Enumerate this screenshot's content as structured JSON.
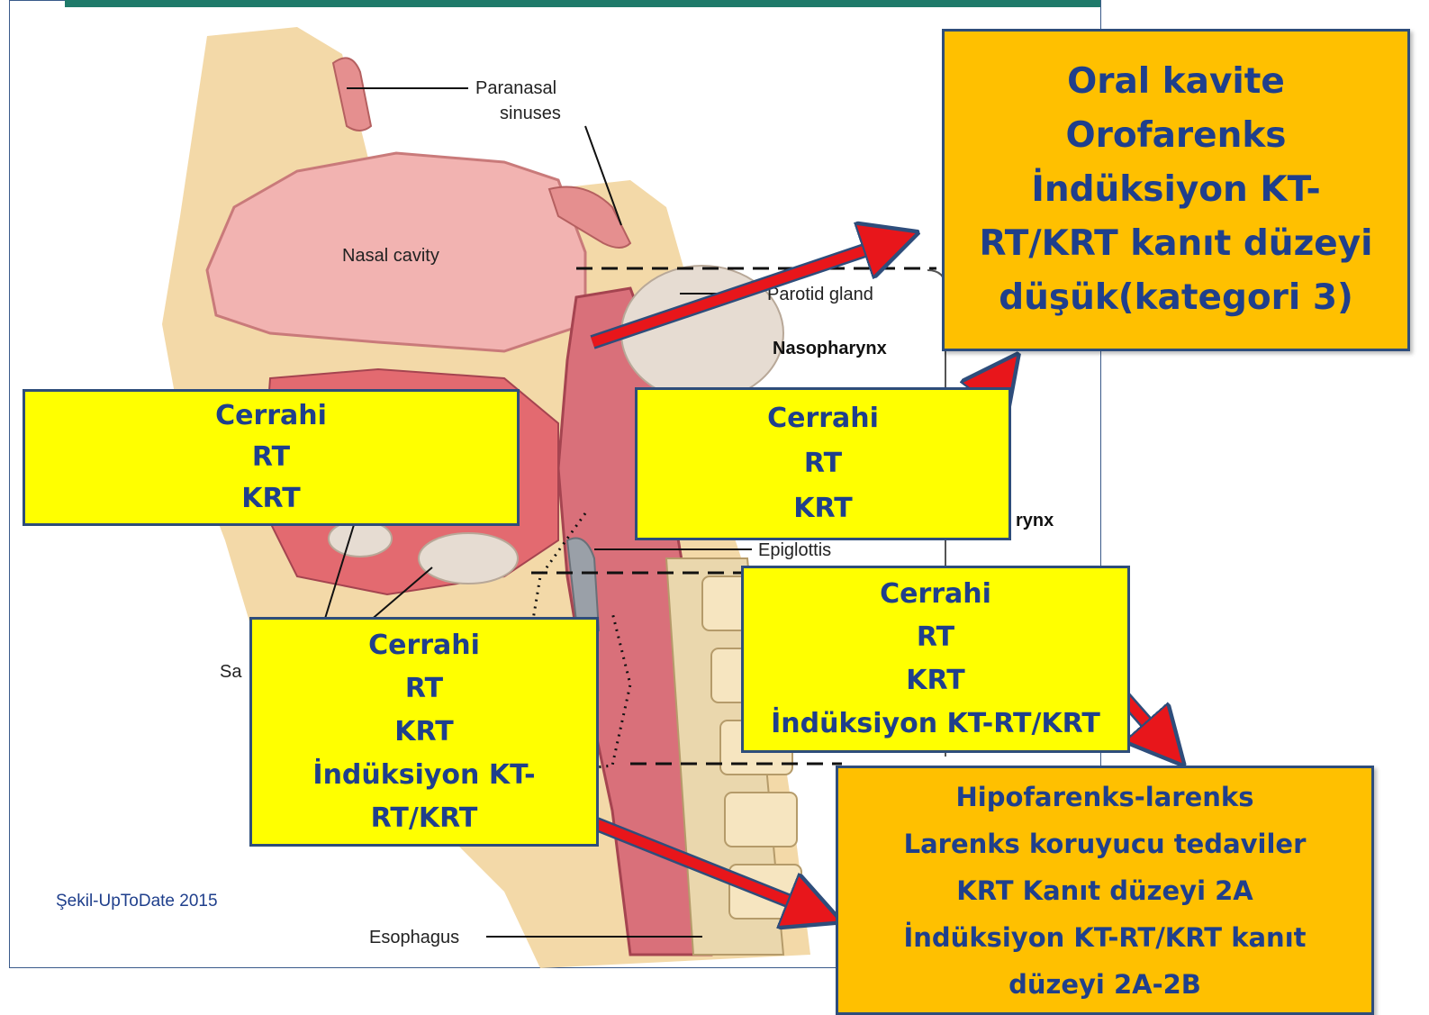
{
  "figure": {
    "labels": {
      "paranasal": [
        "Paranasal",
        "sinuses"
      ],
      "nasal_cavity": "Nasal cavity",
      "parotid": "Parotid gland",
      "nasopharynx": "Nasopharynx",
      "rynx": "rynx",
      "epiglottis": "Epiglottis",
      "esophagus": "Esophagus",
      "sa": "Sa"
    },
    "source": "Şekil-UpToDate 2015"
  },
  "boxes": {
    "top_left": [
      "Cerrahi",
      "RT",
      "KRT"
    ],
    "center": [
      "Cerrahi",
      "RT",
      "KRT"
    ],
    "right_mid": [
      "Cerrahi",
      "RT",
      "KRT",
      "İndüksiyon KT-RT/KRT"
    ],
    "bottom_left": [
      "Cerrahi",
      "RT",
      "KRT",
      "İndüksiyon KT-",
      "RT/KRT"
    ],
    "oral": [
      "Oral kavite",
      "Orofarenks",
      "İndüksiyon KT-",
      "RT/KRT kanıt düzeyi",
      "düşük(kategori 3)"
    ],
    "hipo": [
      "Hipofarenks-larenks",
      "Larenks koruyucu tedaviler",
      "KRT Kanıt düzeyi 2A",
      "İndüksiyon KT-RT/KRT kanıt",
      "düzeyi 2A-2B"
    ]
  },
  "colors": {
    "yellow_box": "#ffff00",
    "orange_box": "#ffc000",
    "text": "#1f3f8c",
    "arrow": "#e8161b"
  }
}
